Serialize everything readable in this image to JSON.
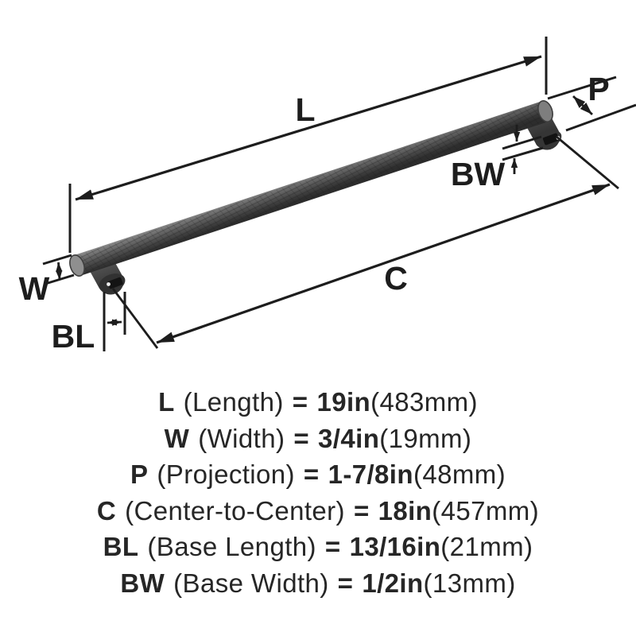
{
  "diagram": {
    "labels": {
      "length": "L",
      "width": "W",
      "projection": "P",
      "center_to_center": "C",
      "base_length": "BL",
      "base_width": "BW"
    }
  },
  "specs": [
    {
      "code": "L",
      "label": "(Length)",
      "equals": "=",
      "value": "19in",
      "metric": "(483mm)"
    },
    {
      "code": "W",
      "label": "(Width)",
      "equals": "=",
      "value": "3/4in",
      "metric": "(19mm)"
    },
    {
      "code": "P",
      "label": "(Projection)",
      "equals": "=",
      "value": "1-7/8in",
      "metric": "(48mm)"
    },
    {
      "code": "C",
      "label": "(Center-to-Center)",
      "equals": "=",
      "value": "18in",
      "metric": "(457mm)"
    },
    {
      "code": "BL",
      "label": "(Base Length)",
      "equals": "=",
      "value": "13/16in",
      "metric": "(21mm)"
    },
    {
      "code": "BW",
      "label": "(Base Width)",
      "equals": "=",
      "value": "1/2in",
      "metric": "(13mm)"
    }
  ],
  "colors": {
    "line": "#1d1d1d",
    "text": "#262626",
    "bar_gray": "#565656",
    "background": "#ffffff"
  }
}
